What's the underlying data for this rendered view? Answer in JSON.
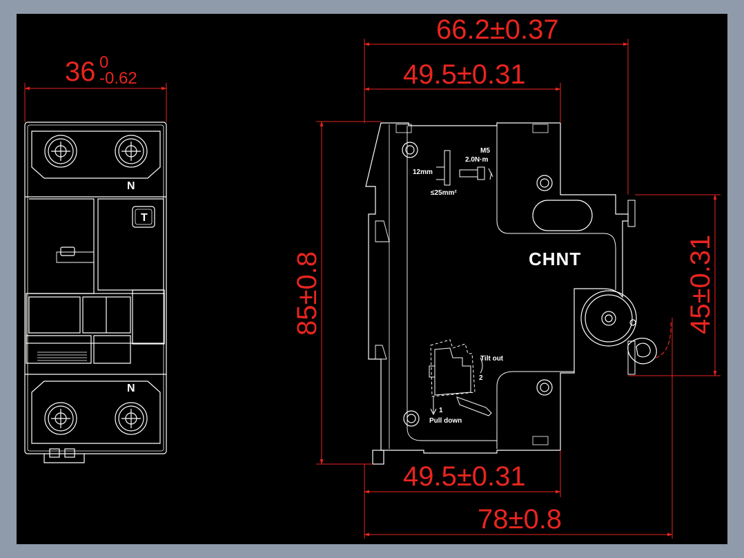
{
  "colors": {
    "background_frame": "#8f9aaa",
    "drawing_background": "#000000",
    "outline": "#ffffff",
    "dimension": "#e8251f"
  },
  "dimensions": {
    "top_overall": "66.2±0.37",
    "top_inner": "49.5±0.31",
    "front_width_main": "36",
    "front_width_upper": "0",
    "front_width_lower": "-0.62",
    "left_height": "85±0.8",
    "right_height": "45±0.31",
    "bottom_inner": "49.5±0.31",
    "bottom_overall": "78±0.8"
  },
  "front_view": {
    "top_terminal_label": "N",
    "bottom_terminal_label": "N",
    "test_button_label": "T"
  },
  "side_view": {
    "brand": "CHNT",
    "screw_spec": "M5",
    "torque": "2.0N·m",
    "strip_length": "12mm",
    "wire_size": "≤25mm²",
    "tilt_out": "Tilt out",
    "step_2": "2",
    "step_1": "1",
    "pull_down": "Pull down"
  }
}
